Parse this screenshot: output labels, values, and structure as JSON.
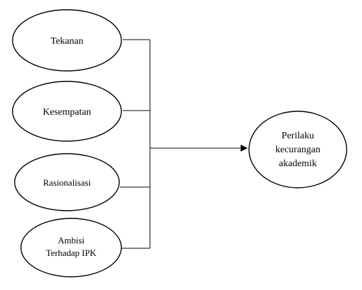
{
  "diagram": {
    "inputs": [
      {
        "lines": [
          "Tekanan"
        ]
      },
      {
        "lines": [
          "Kesempatan"
        ]
      },
      {
        "lines": [
          "Rasionalisasi"
        ]
      },
      {
        "lines": [
          "Ambisi",
          "Terhadap IPK"
        ]
      }
    ],
    "output": {
      "lines": [
        "Perilaku",
        "kecurangan",
        "akademik"
      ]
    },
    "colors": {
      "stroke": "#000000",
      "fill": "#ffffff",
      "text": "#000000"
    }
  }
}
